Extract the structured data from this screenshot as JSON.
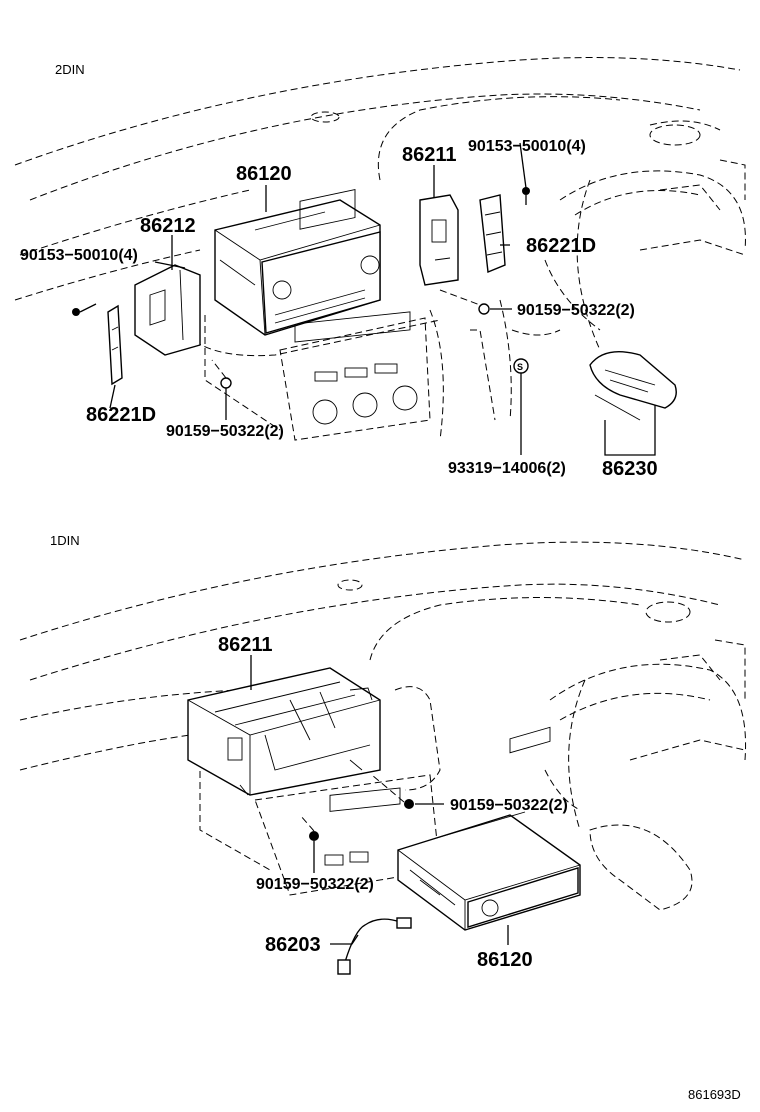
{
  "sections": {
    "top": "2DIN",
    "bottom": "1DIN"
  },
  "labels_top": {
    "p86120": "86120",
    "p86212": "86212",
    "p86211": "86211",
    "p90153_right": "90153−50010(4)",
    "p90153_left": "90153−50010(4)",
    "p86221d_right": "86221D",
    "p86221d_left": "86221D",
    "p90159_right": "90159−50322(2)",
    "p90159_left": "90159−50322(2)",
    "p93319": "93319−14006(2)",
    "p86230": "86230"
  },
  "labels_bottom": {
    "p86211": "86211",
    "p90159_right": "90159−50322(2)",
    "p90159_left": "90159−50322(2)",
    "p86203": "86203",
    "p86120": "86120"
  },
  "reference": "861693D"
}
